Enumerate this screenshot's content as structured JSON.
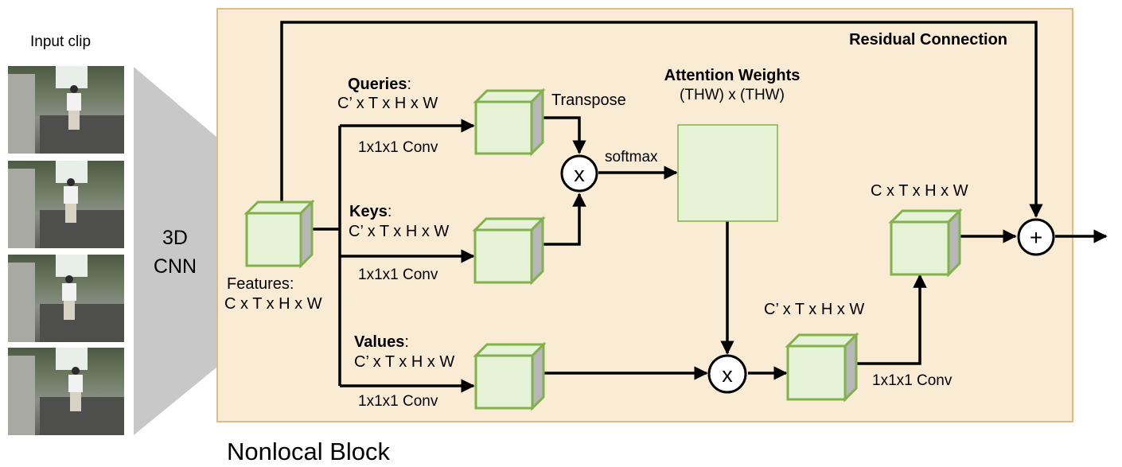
{
  "input": {
    "title": "Input clip",
    "frames": [
      {
        "name": "frame-1"
      },
      {
        "name": "frame-2"
      },
      {
        "name": "frame-3"
      },
      {
        "name": "frame-4"
      }
    ]
  },
  "cnn": {
    "line1": "3D",
    "line2": "CNN"
  },
  "block": {
    "caption": "Nonlocal Block",
    "residual_label": "Residual Connection",
    "colors": {
      "panel": "#faecd4",
      "panel_border": "#e0bc84",
      "cube_face": "#e6f3d6",
      "cube_edge": "#82b04c",
      "cube_side": "#b7b7b7"
    }
  },
  "features": {
    "label": "Features:",
    "dims": "C x T x H x W"
  },
  "queries": {
    "label": "Queries",
    "colon": ":",
    "dims": "C’ x T x H x W",
    "conv": "1x1x1 Conv",
    "transpose": "Transpose"
  },
  "keys": {
    "label": "Keys",
    "colon": ":",
    "dims": "C’ x T x H x W",
    "conv": "1x1x1 Conv"
  },
  "values": {
    "label": "Values",
    "colon": ":",
    "dims": "C’ x T x H x W",
    "conv": "1x1x1 Conv"
  },
  "attention": {
    "title": "Attention Weights",
    "dims": "(THW) x (THW)",
    "softmax": "softmax"
  },
  "ops": {
    "multiply": "x",
    "add": "+"
  },
  "output": {
    "intermediate_dims": "C’ x T x H x W",
    "conv": "1x1x1 Conv",
    "final_dims": "C x T x H x W"
  }
}
